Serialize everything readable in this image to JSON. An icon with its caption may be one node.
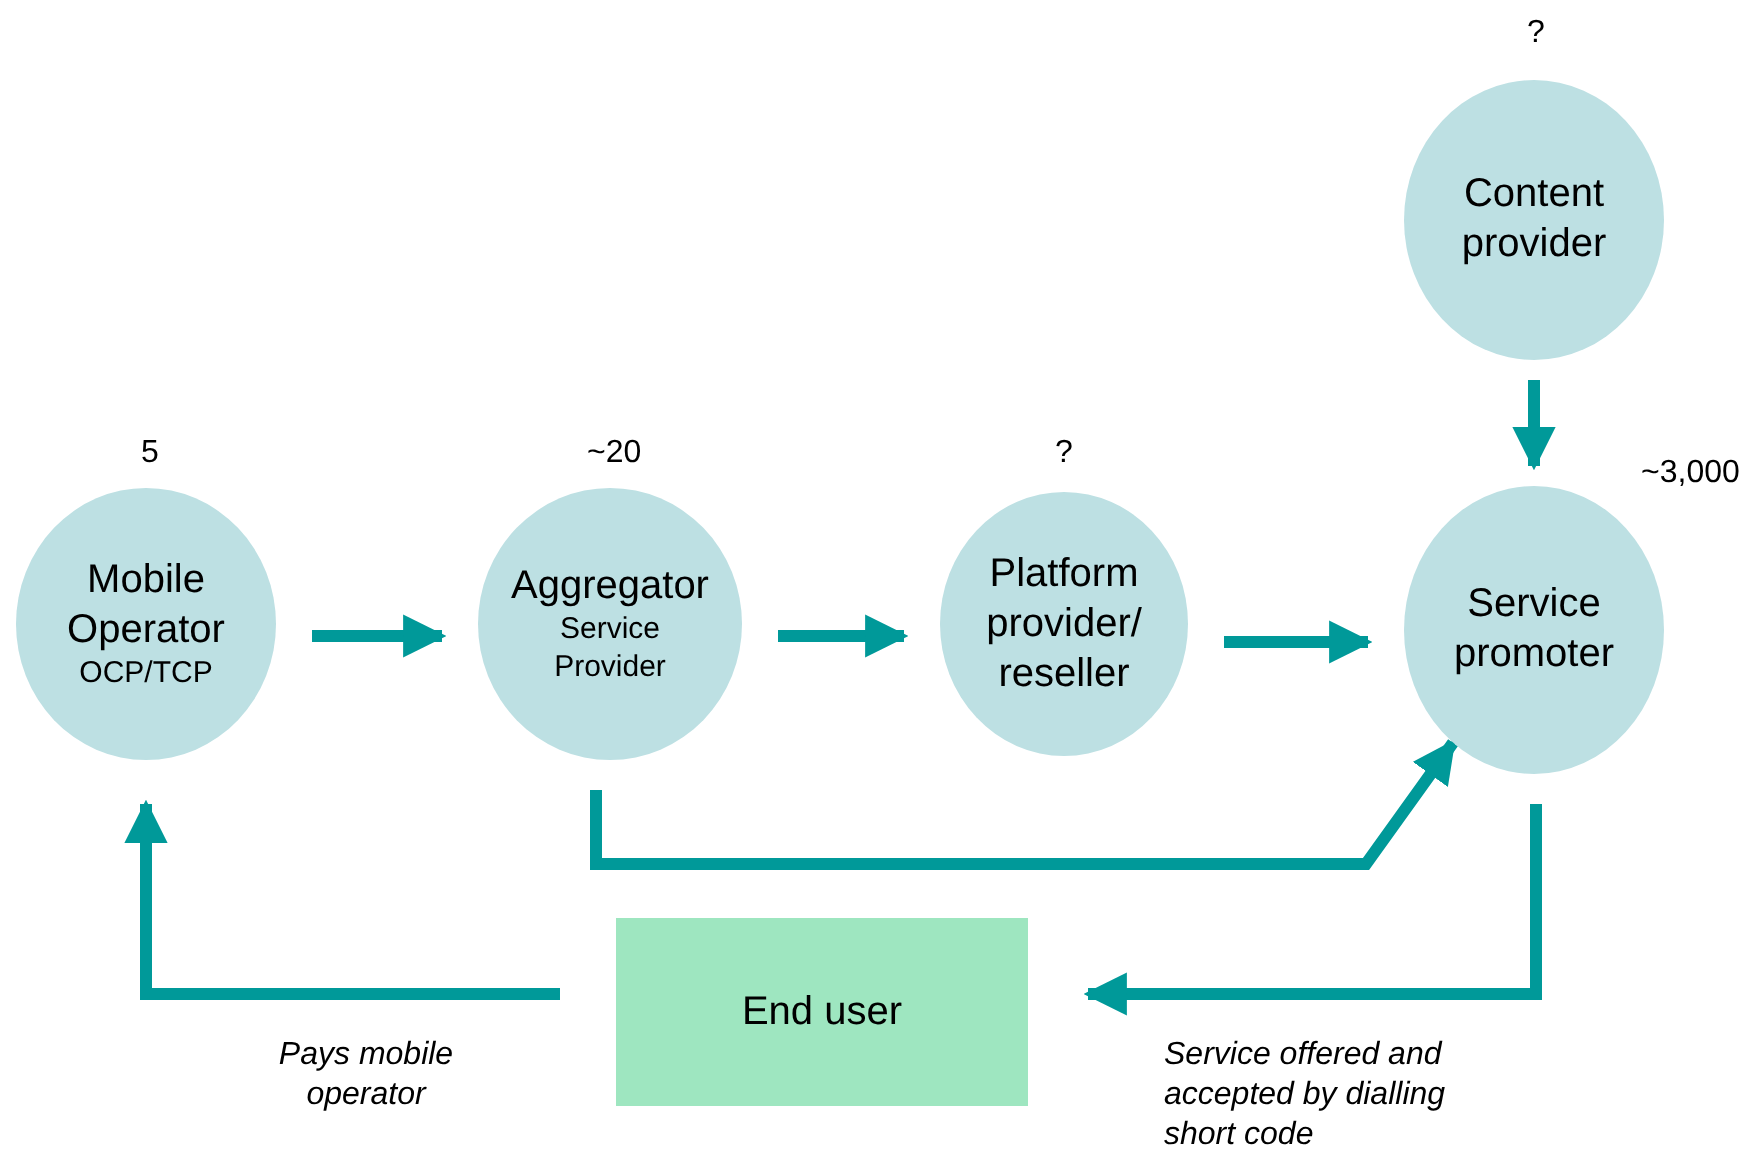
{
  "diagram": {
    "nodes": [
      {
        "text": [
          "Mobile Operator",
          "OCP/TCP"
        ],
        "beside": [
          "5"
        ]
      },
      {
        "text": [
          "Aggregator",
          "Service Provider"
        ],
        "beside": [
          "~20"
        ]
      },
      {
        "text": [
          "Platform provider/ reseller"
        ],
        "beside": [
          "?"
        ]
      },
      {
        "text": [
          "Service promoter"
        ],
        "beside": [
          "~3,000"
        ]
      },
      {
        "text": [
          "Content provider"
        ],
        "beside": [
          "?"
        ]
      },
      {
        "text": [
          "End user"
        ]
      }
    ],
    "edges": [
      {
        "from": 0,
        "to": 1,
        "arrow": "to"
      },
      {
        "from": 1,
        "to": 2,
        "arrow": "to"
      },
      {
        "from": 2,
        "to": 3,
        "arrow": "to"
      },
      {
        "from": 4,
        "to": 3,
        "arrow": "to"
      },
      {
        "from": 1,
        "to": 3,
        "arrow": "to"
      },
      {
        "from": 3,
        "to": 5,
        "arrow": "to",
        "label": "Service offered and accepted by dialling short code"
      },
      {
        "from": 5,
        "to": 0,
        "arrow": "to",
        "label": "Pays mobile operator"
      }
    ]
  }
}
